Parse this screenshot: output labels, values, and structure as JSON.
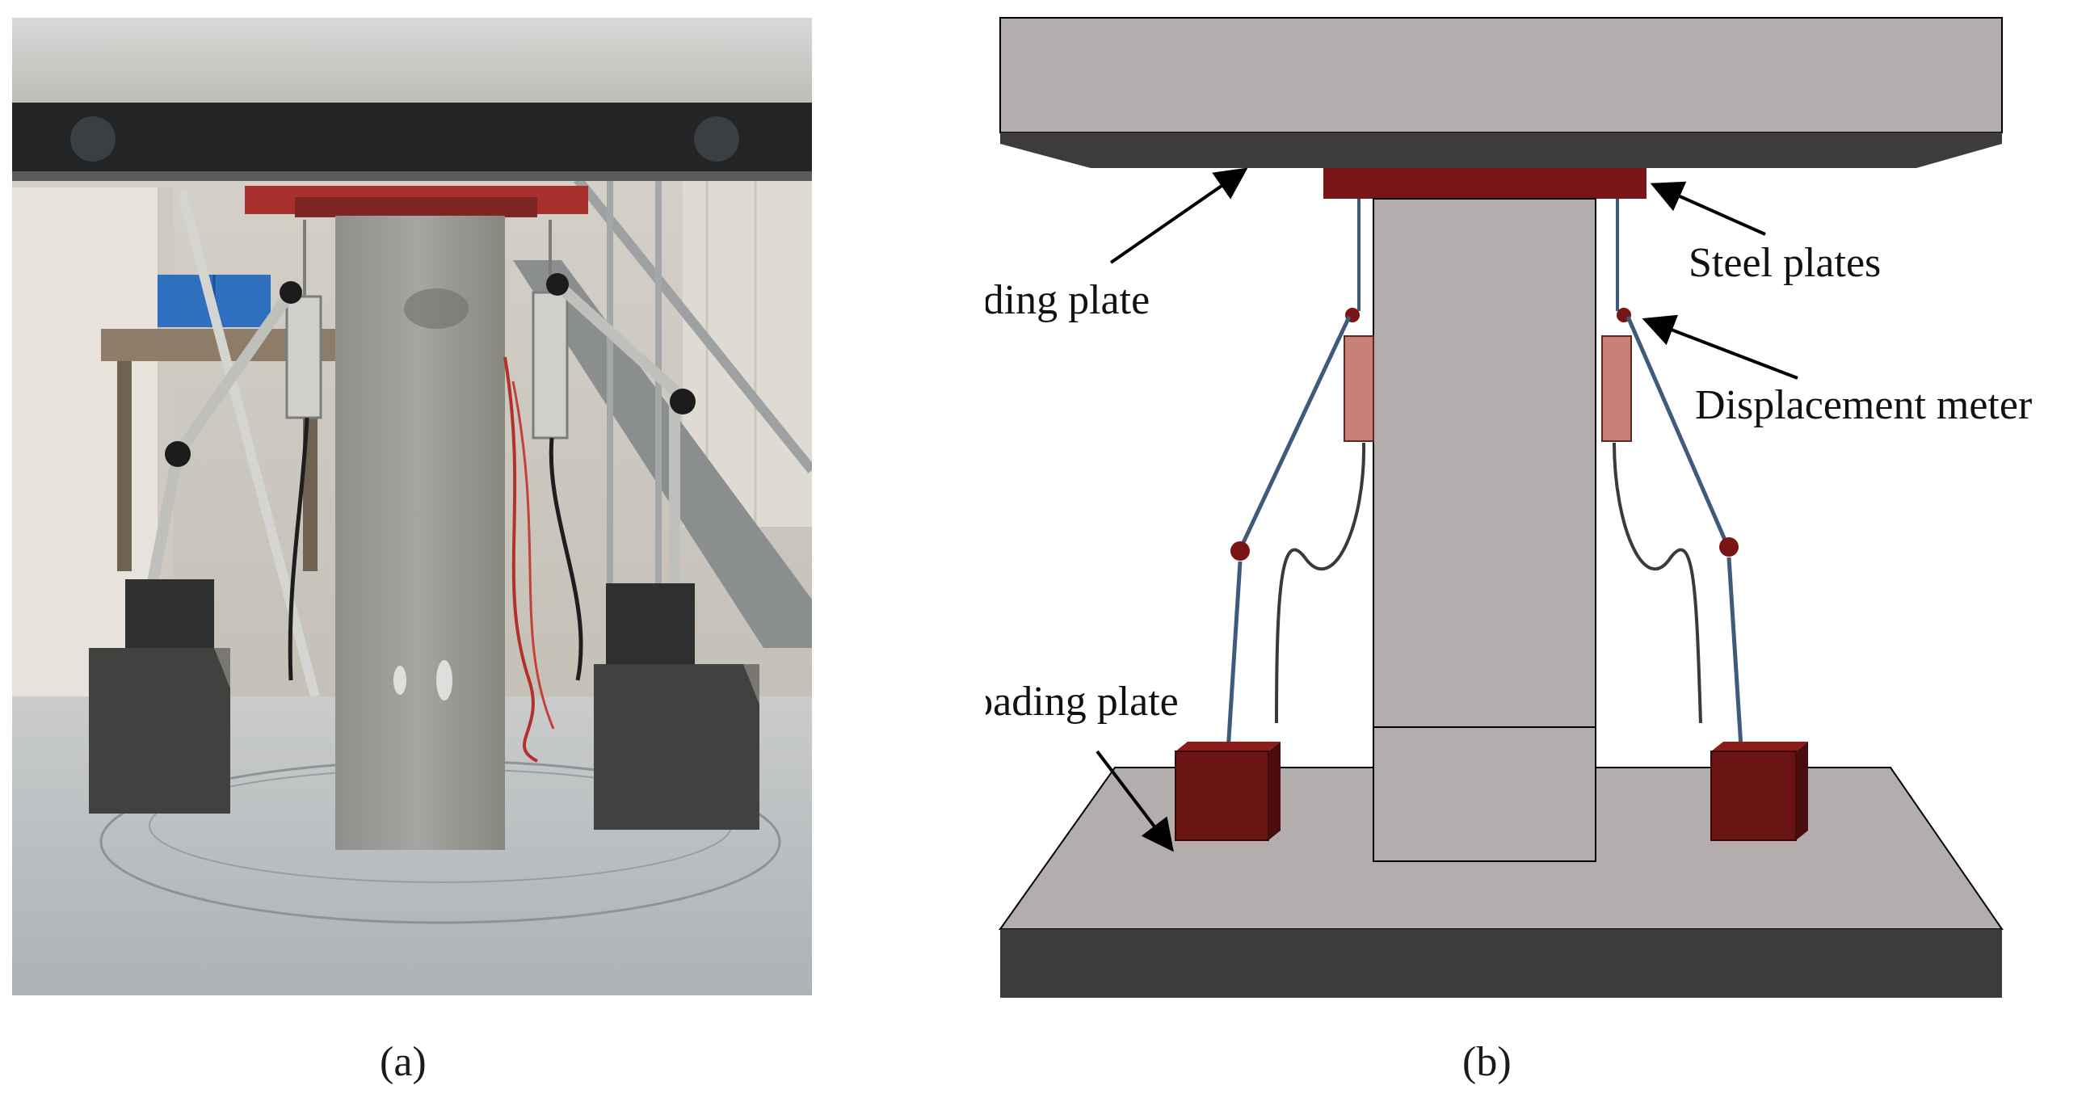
{
  "figure": {
    "panel_a_caption": "(a)",
    "panel_b_caption": "(b)"
  },
  "schematic": {
    "labels": {
      "top_loading_plate": "Top loading plate",
      "steel_plates": "Steel plates",
      "displacement_meter": "Displacement meter",
      "lower_loading_plate": "Lower loading plate"
    },
    "colors": {
      "concrete_light": "#b3adad",
      "concrete_dark": "#3d3b3b",
      "steel_plate": "#7a1515",
      "meter_body": "#c98076",
      "support_block": "#6b1414",
      "rod": "#3f5a7a"
    }
  }
}
